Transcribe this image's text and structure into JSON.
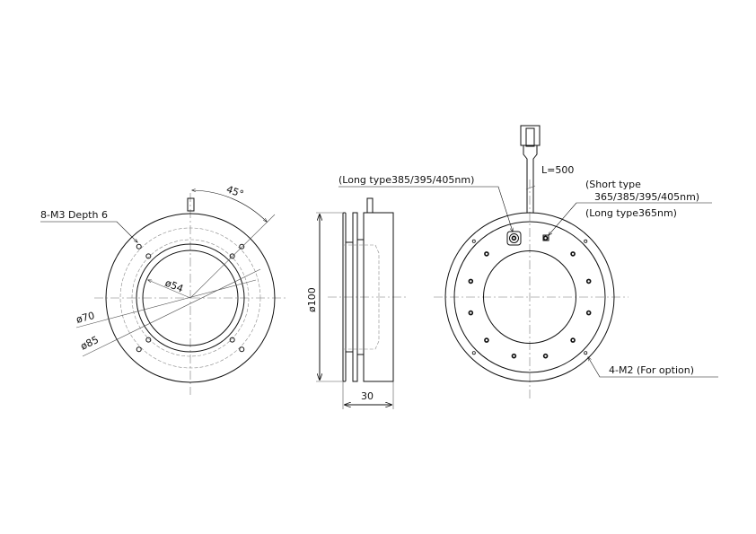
{
  "front_view": {
    "hole_callout": "8-M3 Depth 6",
    "angle": "45°",
    "dia_inner": "ø54",
    "dia_pcd1": "ø70",
    "dia_pcd2": "ø85"
  },
  "side_view": {
    "dia_outer": "ø100",
    "thickness": "30"
  },
  "back_view": {
    "cable_length": "L=500",
    "long_type_note": "(Long type385/395/405nm)",
    "short_type_line1": "(Short type",
    "short_type_line2": "365/385/395/405nm)",
    "long_type_365": "(Long type365nm)",
    "option_holes": "4-M2 (For option)"
  }
}
